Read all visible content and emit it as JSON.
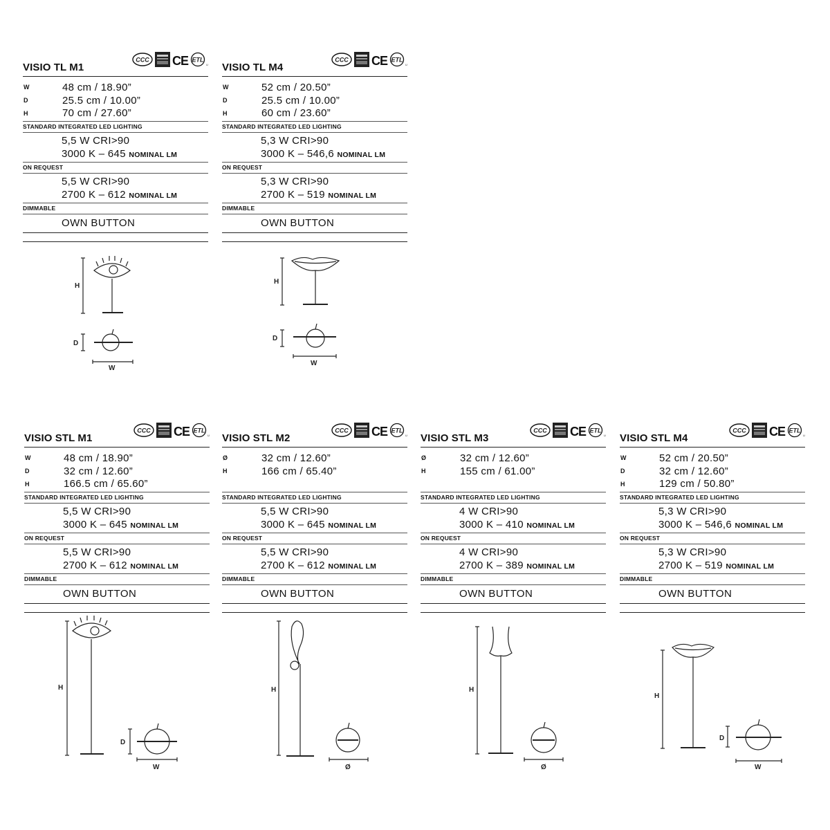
{
  "labels": {
    "standard": "STANDARD INTEGRATED LED LIGHTING",
    "on_request": "ON REQUEST",
    "dimmable": "DIMMABLE",
    "nominal_lm": "NOMINAL LM"
  },
  "certifications": {
    "ccc": "CCC",
    "ce": "CE",
    "etl": "ETL"
  },
  "products": [
    {
      "name": "VISIO TL M1",
      "dims": [
        [
          "W",
          "48 cm / 18.90”"
        ],
        [
          "D",
          "25.5 cm / 10.00”"
        ],
        [
          "H",
          "70 cm / 27.60”"
        ]
      ],
      "standard": {
        "power": "5,5 W CRI>90",
        "temp": "3000 K – 645"
      },
      "on_request": {
        "power": "5,5 W CRI>90",
        "temp": "2700 K – 612"
      },
      "dimmable": "OWN BUTTON",
      "drawing_labels": {
        "h": "H",
        "d": "D",
        "w": "W"
      }
    },
    {
      "name": "VISIO TL M4",
      "dims": [
        [
          "W",
          "52 cm / 20.50”"
        ],
        [
          "D",
          "25.5 cm / 10.00”"
        ],
        [
          "H",
          "60 cm / 23.60”"
        ]
      ],
      "standard": {
        "power": "5,3 W CRI>90",
        "temp": "3000 K – 546,6"
      },
      "on_request": {
        "power": "5,3 W CRI>90",
        "temp": "2700 K – 519"
      },
      "dimmable": "OWN BUTTON",
      "drawing_labels": {
        "h": "H",
        "d": "D",
        "w": "W"
      }
    },
    {
      "name": "VISIO STL M1",
      "dims": [
        [
          "W",
          "48 cm / 18.90”"
        ],
        [
          "D",
          "32 cm / 12.60”"
        ],
        [
          "H",
          "166.5 cm / 65.60”"
        ]
      ],
      "standard": {
        "power": "5,5 W CRI>90",
        "temp": "3000 K – 645"
      },
      "on_request": {
        "power": "5,5 W CRI>90",
        "temp": "2700 K – 612"
      },
      "dimmable": "OWN BUTTON",
      "drawing_labels": {
        "h": "H",
        "d": "D",
        "w": "W"
      }
    },
    {
      "name": "VISIO STL M2",
      "dims": [
        [
          "Ø",
          "32 cm / 12.60”"
        ],
        [
          "H",
          "166 cm / 65.40”"
        ]
      ],
      "standard": {
        "power": "5,5 W CRI>90",
        "temp": "3000 K – 645"
      },
      "on_request": {
        "power": "5,5 W CRI>90",
        "temp": "2700 K – 612"
      },
      "dimmable": "OWN BUTTON",
      "drawing_labels": {
        "h": "H",
        "w": "Ø"
      }
    },
    {
      "name": "VISIO STL M3",
      "dims": [
        [
          "Ø",
          "32 cm / 12.60”"
        ],
        [
          "H",
          "155 cm / 61.00”"
        ]
      ],
      "standard": {
        "power": "4 W CRI>90",
        "temp": "3000 K – 410"
      },
      "on_request": {
        "power": "4 W CRI>90",
        "temp": "2700 K – 389"
      },
      "dimmable": "OWN BUTTON",
      "drawing_labels": {
        "h": "H",
        "w": "Ø"
      }
    },
    {
      "name": "VISIO STL M4",
      "dims": [
        [
          "W",
          "52 cm / 20.50”"
        ],
        [
          "D",
          "32 cm / 12.60”"
        ],
        [
          "H",
          "129 cm / 50.80”"
        ]
      ],
      "standard": {
        "power": "5,3 W CRI>90",
        "temp": "3000 K – 546,6"
      },
      "on_request": {
        "power": "5,3 W CRI>90",
        "temp": "2700 K – 519"
      },
      "dimmable": "OWN BUTTON",
      "drawing_labels": {
        "h": "H",
        "d": "D",
        "w": "W"
      }
    }
  ]
}
